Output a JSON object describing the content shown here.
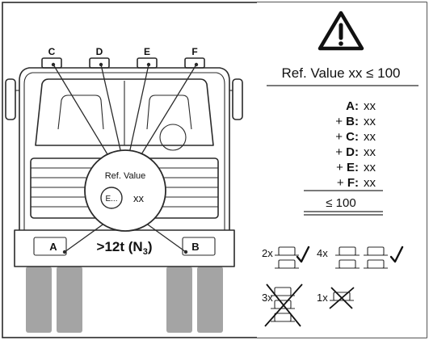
{
  "warning": {
    "icon": "warning-triangle-icon",
    "title": "Ref. Value xx ≤ 100"
  },
  "sum": {
    "rows": [
      {
        "prefix": "",
        "letter": "A:",
        "value": "xx"
      },
      {
        "prefix": "+ ",
        "letter": "B:",
        "value": "xx"
      },
      {
        "prefix": "+ ",
        "letter": "C:",
        "value": "xx"
      },
      {
        "prefix": "+ ",
        "letter": "D:",
        "value": "xx"
      },
      {
        "prefix": "+ ",
        "letter": "E:",
        "value": "xx"
      },
      {
        "prefix": "+ ",
        "letter": "F:",
        "value": "xx"
      }
    ],
    "total": "≤ 100"
  },
  "truck": {
    "top_labels": [
      "C",
      "D",
      "E",
      "F"
    ],
    "bottom_left": "A",
    "bottom_right": "B",
    "class_main": ">12t (N",
    "class_sub": "3",
    "class_end": ")"
  },
  "circle": {
    "title": "Ref. Value",
    "badge": "E...",
    "value": "xx"
  },
  "rules": {
    "ok": [
      {
        "count": "2x",
        "icon": "checkmark-icon"
      },
      {
        "count": "4x",
        "icon": "checkmark-icon"
      }
    ],
    "not_ok": [
      {
        "count": "3x",
        "icon": "cross-icon"
      },
      {
        "count": "1x",
        "icon": "cross-icon"
      }
    ]
  },
  "colors": {
    "line": "#2a2a2a",
    "tire": "#a4a4a4",
    "panel": "#ffffff"
  }
}
